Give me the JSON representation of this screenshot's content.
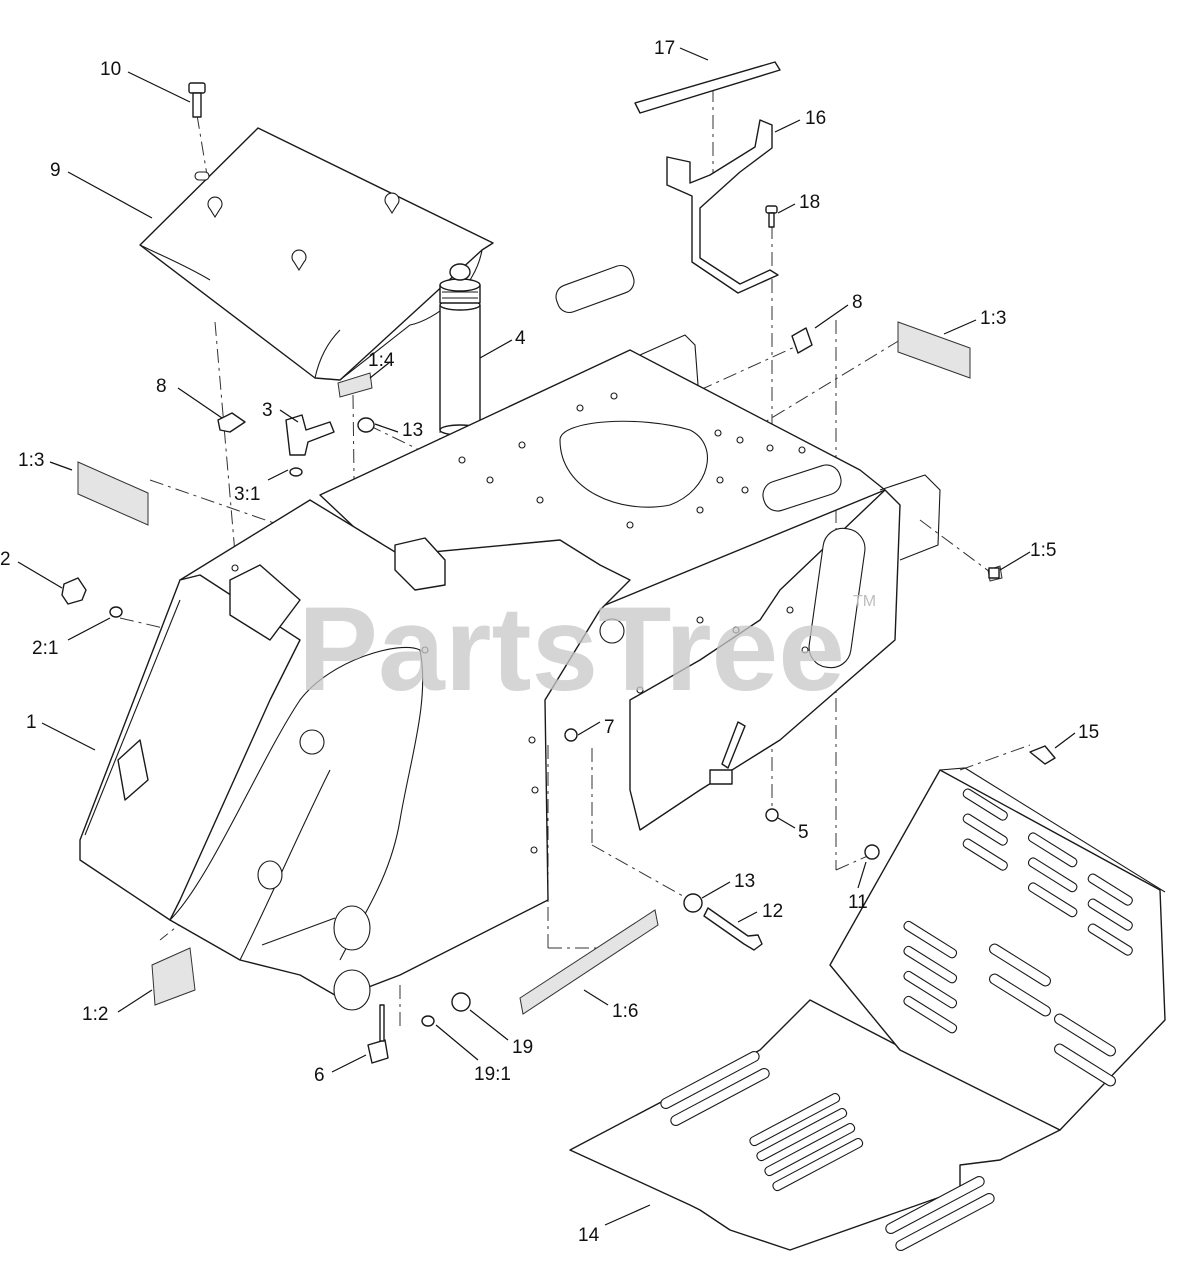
{
  "watermark": {
    "text": "PartsTree",
    "trademark": "TM"
  },
  "callouts": [
    {
      "id": "c10",
      "label": "10"
    },
    {
      "id": "c9",
      "label": "9"
    },
    {
      "id": "c17",
      "label": "17"
    },
    {
      "id": "c16",
      "label": "16"
    },
    {
      "id": "c18",
      "label": "18"
    },
    {
      "id": "c8a",
      "label": "8"
    },
    {
      "id": "c13a",
      "label": "1:3"
    },
    {
      "id": "c4",
      "label": "4"
    },
    {
      "id": "c14a",
      "label": "1:4"
    },
    {
      "id": "c3",
      "label": "3"
    },
    {
      "id": "c8b",
      "label": "8"
    },
    {
      "id": "c13b",
      "label": "13"
    },
    {
      "id": "c13c",
      "label": "1:3"
    },
    {
      "id": "c31",
      "label": "3:1"
    },
    {
      "id": "c15b",
      "label": "1:5"
    },
    {
      "id": "c2",
      "label": "2"
    },
    {
      "id": "c21",
      "label": "2:1"
    },
    {
      "id": "c1",
      "label": "1"
    },
    {
      "id": "c7",
      "label": "7"
    },
    {
      "id": "c15",
      "label": "15"
    },
    {
      "id": "c5",
      "label": "5"
    },
    {
      "id": "c11",
      "label": "11"
    },
    {
      "id": "c13d",
      "label": "13"
    },
    {
      "id": "c12",
      "label": "12"
    },
    {
      "id": "c12b",
      "label": "1:2"
    },
    {
      "id": "c16b",
      "label": "1:6"
    },
    {
      "id": "c19",
      "label": "19"
    },
    {
      "id": "c6",
      "label": "6"
    },
    {
      "id": "c191",
      "label": "19:1"
    },
    {
      "id": "c14",
      "label": "14"
    }
  ]
}
